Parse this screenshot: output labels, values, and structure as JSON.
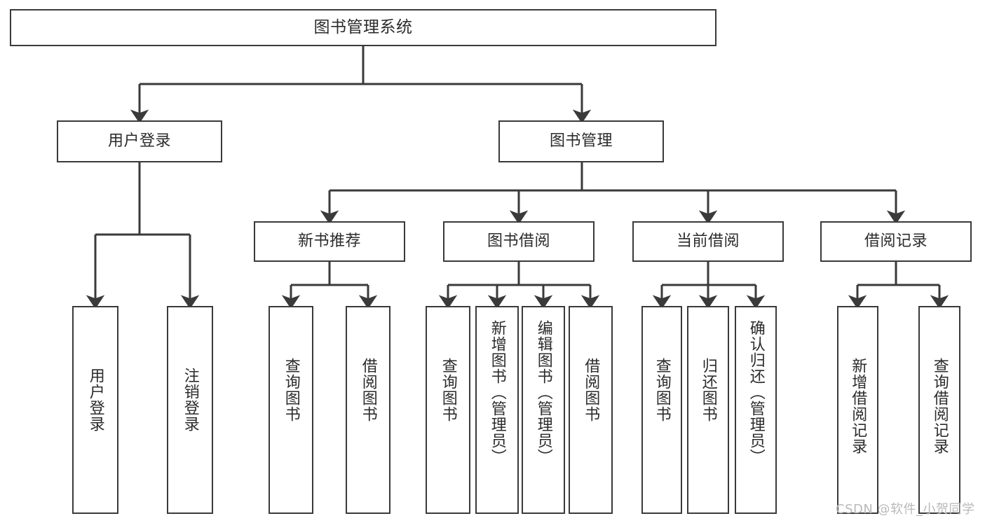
{
  "diagram": {
    "title": "图书管理系统",
    "type": "hierarchy-tree",
    "colors": {
      "box_border": "#3a3a3a",
      "box_fill": "#ffffff",
      "edge": "#3a3a3a",
      "text": "#2b2b2b",
      "watermark": "#b9b9b9",
      "background": "#ffffff"
    },
    "root": {
      "label": "图书管理系统",
      "orientation": "horizontal"
    },
    "level2": [
      {
        "label": "用户登录",
        "orientation": "horizontal"
      },
      {
        "label": "图书管理",
        "orientation": "horizontal"
      }
    ],
    "level3": [
      {
        "label": "新书推荐",
        "orientation": "horizontal"
      },
      {
        "label": "图书借阅",
        "orientation": "horizontal"
      },
      {
        "label": "当前借阅",
        "orientation": "horizontal"
      },
      {
        "label": "借阅记录",
        "orientation": "horizontal"
      }
    ],
    "leaves": {
      "user_login": [
        {
          "label": "用户登录",
          "orientation": "vertical"
        },
        {
          "label": "注销登录",
          "orientation": "vertical"
        }
      ],
      "new_book_recommend": [
        {
          "label": "查询图书",
          "orientation": "vertical"
        },
        {
          "label": "借阅图书",
          "orientation": "vertical"
        }
      ],
      "book_borrow": [
        {
          "label": "查询图书",
          "orientation": "vertical"
        },
        {
          "label": "新增图书（管理员）",
          "orientation": "vertical"
        },
        {
          "label": "编辑图书（管理员）",
          "orientation": "vertical"
        },
        {
          "label": "借阅图书",
          "orientation": "vertical"
        }
      ],
      "current_borrow": [
        {
          "label": "查询图书",
          "orientation": "vertical"
        },
        {
          "label": "归还图书",
          "orientation": "vertical"
        },
        {
          "label": "确认归还（管理员）",
          "orientation": "vertical"
        }
      ],
      "borrow_record": [
        {
          "label": "新增借阅记录",
          "orientation": "vertical"
        },
        {
          "label": "查询借阅记录",
          "orientation": "vertical"
        }
      ]
    },
    "watermark": "CSDN @软件_小贺同学"
  }
}
